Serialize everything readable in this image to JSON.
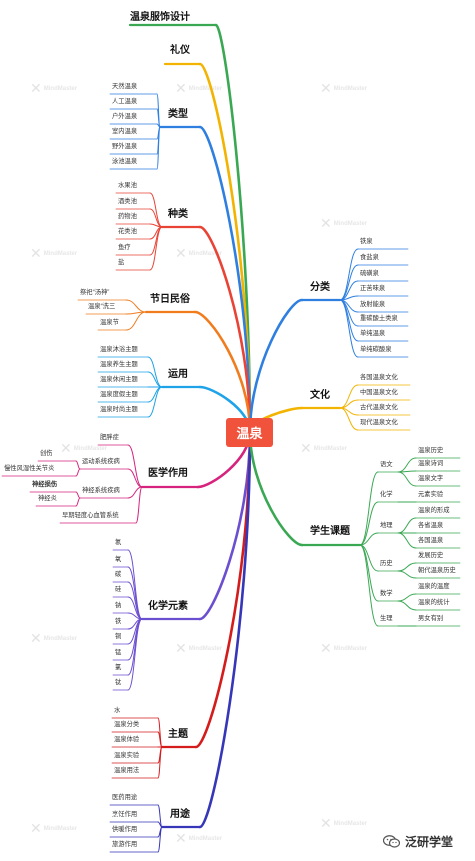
{
  "center": "温泉",
  "watermark": "MindMaster",
  "footer": {
    "text": "泛研学堂"
  },
  "branches": [
    {
      "id": "design",
      "label": "温泉服饰设计",
      "color": "#3aa853",
      "children": []
    },
    {
      "id": "etiquette",
      "label": "礼仪",
      "color": "#f2b400",
      "children": []
    },
    {
      "id": "types",
      "label": "类型",
      "color": "#2e7fe0",
      "children": [
        "天然温泉",
        "人工温泉",
        "户外温泉",
        "室内温泉",
        "野外温泉",
        "泳池温泉"
      ]
    },
    {
      "id": "kinds",
      "label": "种类",
      "color": "#e94335",
      "children": [
        "水果池",
        "酒类池",
        "药物池",
        "花类池",
        "鱼疗",
        "盐"
      ]
    },
    {
      "id": "festival",
      "label": "节日民俗",
      "color": "#f07c1e",
      "children": [
        "祭祀“汤神”",
        "温泉“洗三",
        "温泉节"
      ]
    },
    {
      "id": "apply",
      "label": "运用",
      "color": "#1ea3e8",
      "children": [
        "温泉沐浴主题",
        "温泉养生主题",
        "温泉休闲主题",
        "温泉度假主题",
        "温泉时尚主题"
      ]
    },
    {
      "id": "medical",
      "label": "医学作用",
      "color": "#d6247e",
      "children": [
        {
          "label": "肥胖症",
          "children": []
        },
        {
          "label": "运动系统疾病",
          "children": [
            "创伤",
            "慢性风湿性关节炎"
          ]
        },
        {
          "label": "神经系统疾病",
          "children": [
            "神经损伤",
            "神经炎"
          ]
        },
        {
          "label": "早期轻度心血管系统",
          "children": []
        }
      ]
    },
    {
      "id": "elements",
      "label": "化学元素",
      "color": "#6b4fd0",
      "children": [
        "氡",
        "氧",
        "碳",
        "硅",
        "钠",
        "铁",
        "铜",
        "锰",
        "氯",
        "钛"
      ]
    },
    {
      "id": "theme",
      "label": "主题",
      "color": "#d41c1c",
      "children": [
        "水",
        "温泉分类",
        "温泉体验",
        "温泉实验",
        "温泉用法"
      ]
    },
    {
      "id": "usage",
      "label": "用途",
      "color": "#3536b8",
      "children": [
        "医药用途",
        "烹饪作用",
        "供暖作用",
        "旅游作用"
      ]
    },
    {
      "id": "classification",
      "label": "分类",
      "color": "#2e7fe0",
      "children": [
        "铁泉",
        "食盐泉",
        "硫磺泉",
        "正苦味泉",
        "放射能泉",
        "重碳酸土类泉",
        "单纯温泉",
        "单纯碳酸泉"
      ]
    },
    {
      "id": "culture",
      "label": "文化",
      "color": "#f2b400",
      "children": [
        "各国温泉文化",
        "中国温泉文化",
        "古代温泉文化",
        "现代温泉文化"
      ]
    },
    {
      "id": "study",
      "label": "学生课题",
      "color": "#3aa853",
      "children": [
        {
          "label": "语文",
          "children": [
            "温泉历史",
            "温泉诗词",
            "温泉文字"
          ]
        },
        {
          "label": "化学",
          "children": [
            "元素实验"
          ]
        },
        {
          "label": "地理",
          "children": [
            "温泉的形成",
            "各省温泉",
            "各国温泉"
          ]
        },
        {
          "label": "历史",
          "children": [
            "发展历史",
            "朝代温泉历史"
          ]
        },
        {
          "label": "数学",
          "children": [
            "温泉的温度",
            "温泉的统计"
          ]
        },
        {
          "label": "生理",
          "children": [
            "男女有别"
          ]
        }
      ]
    }
  ]
}
